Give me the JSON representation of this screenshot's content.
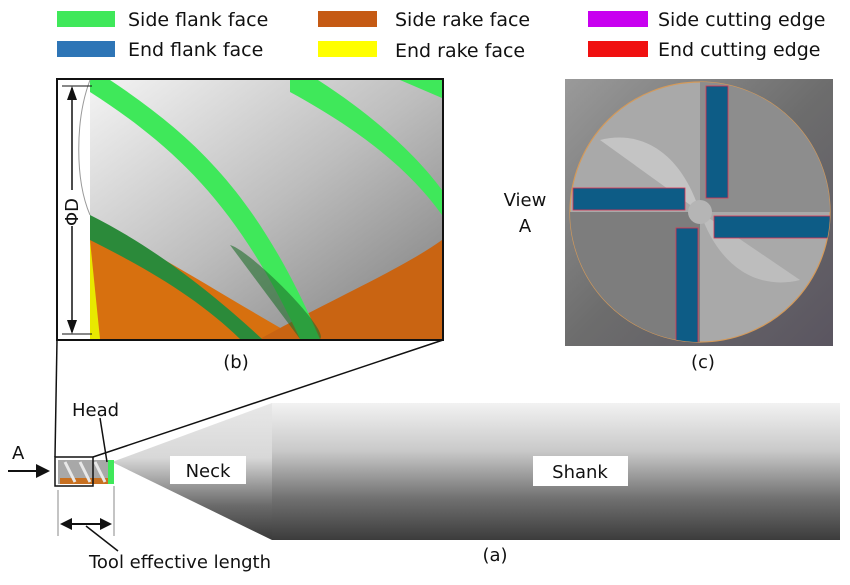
{
  "legend": [
    {
      "label": "Side flank face",
      "color": "#3fe85a"
    },
    {
      "label": "Side rake face",
      "color": "#c55a14"
    },
    {
      "label": "Side cutting edge",
      "color": "#c800f0"
    },
    {
      "label": "End flank face",
      "color": "#2e75b6"
    },
    {
      "label": "End rake face",
      "color": "#ffff00"
    },
    {
      "label": "End cutting edge",
      "color": "#f01010"
    }
  ],
  "panel_b": {
    "caption": "(b)",
    "dimension": "ΦD"
  },
  "panel_c": {
    "caption": "(c)",
    "view_line1": "View",
    "view_line2": "A"
  },
  "panel_a": {
    "caption": "(a)",
    "view_arrow_label": "A",
    "head_label": "Head",
    "neck_label": "Neck",
    "shank_label": "Shank",
    "effective_length_label": "Tool effective length"
  }
}
